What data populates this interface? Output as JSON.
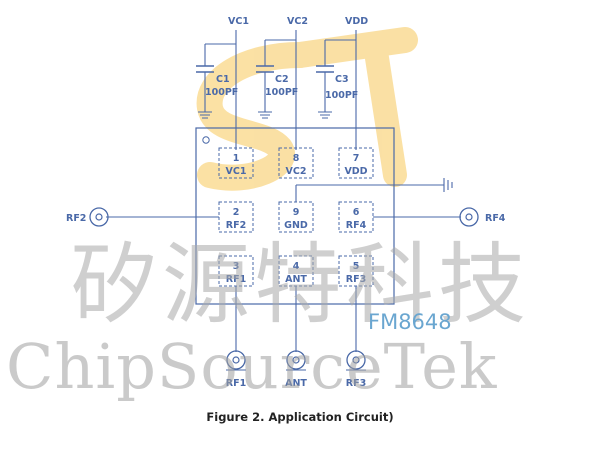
{
  "caption": "Figure 2. Application Circuit)",
  "part_number": "FM8648",
  "watermark": {
    "chinese": "矽源特科技",
    "english": "ChipSourceTek"
  },
  "supplies": {
    "vc1": "VC1",
    "vc2": "VC2",
    "vdd": "VDD"
  },
  "capacitors": [
    {
      "ref": "C1",
      "value": "100PF"
    },
    {
      "ref": "C2",
      "value": "100PF"
    },
    {
      "ref": "C3",
      "value": "100PF"
    }
  ],
  "pins": [
    {
      "num": "1",
      "name": "VC1"
    },
    {
      "num": "8",
      "name": "VC2"
    },
    {
      "num": "7",
      "name": "VDD"
    },
    {
      "num": "2",
      "name": "RF2"
    },
    {
      "num": "9",
      "name": "GND"
    },
    {
      "num": "6",
      "name": "RF4"
    },
    {
      "num": "3",
      "name": "RF1"
    },
    {
      "num": "4",
      "name": "ANT"
    },
    {
      "num": "5",
      "name": "RF3"
    }
  ],
  "ports": {
    "rf2": "RF2",
    "rf4": "RF4",
    "rf1": "RF1",
    "ant": "ANT",
    "rf3": "RF3"
  },
  "colors": {
    "wire": "#4a69a8",
    "logo": "#f7c85a",
    "watermark": "#a0a0a0",
    "part": "#6aa6d0"
  }
}
